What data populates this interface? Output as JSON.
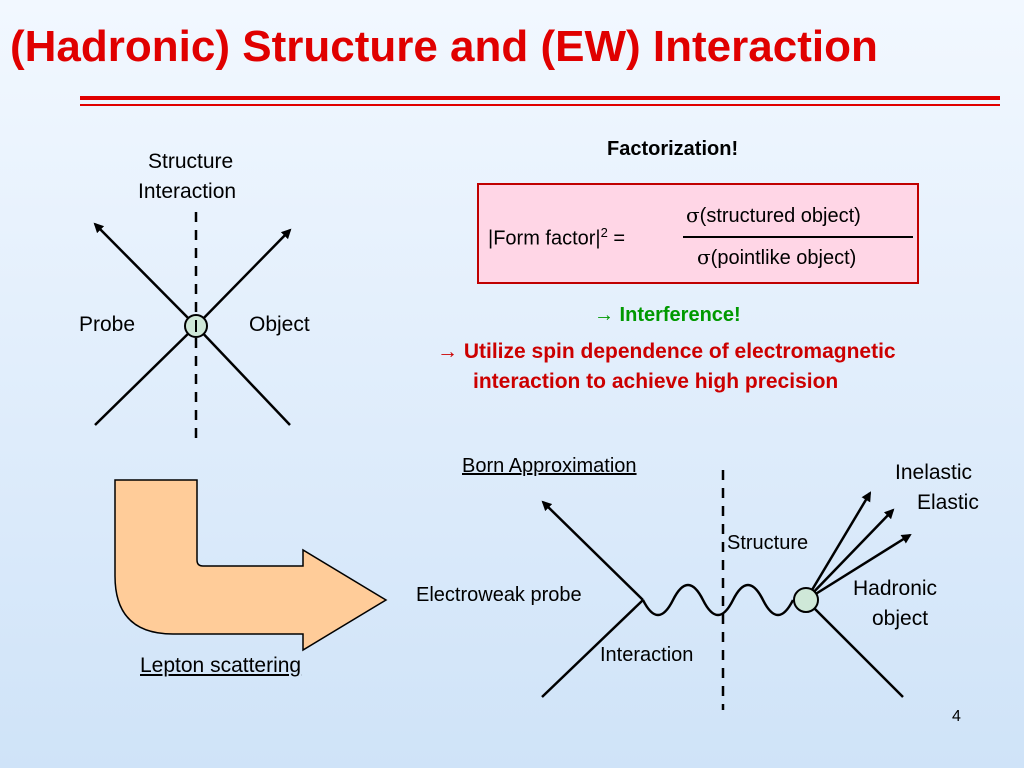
{
  "slide": {
    "title": "(Hadronic) Structure and (EW) Interaction",
    "page_number": "4"
  },
  "left_diagram": {
    "top_label_line1": "Structure",
    "top_label_line2": "Interaction",
    "probe_label": "Probe",
    "object_label": "Object"
  },
  "arrow_label": "Lepton scattering",
  "factorization": {
    "heading": "Factorization!",
    "lhs_text": "|Form factor|",
    "lhs_exponent": "2",
    "lhs_equals": " =",
    "sigma_symbol": "σ",
    "numerator_text": "(structured object)",
    "denominator_text": "(pointlike object)",
    "interference": "→ Interference!",
    "utilize_line1": "→ Utilize spin dependence of electromagnetic",
    "utilize_line2": "interaction to achieve high precision"
  },
  "born_diagram": {
    "title": "Born Approximation",
    "inelastic": "Inelastic",
    "elastic": "Elastic",
    "structure": "Structure",
    "electroweak_probe": "Electroweak probe",
    "hadronic_line1": "Hadronic",
    "hadronic_line2": "object",
    "interaction": "Interaction"
  },
  "colors": {
    "title_red": "#e00000",
    "formula_box_fill": "#ffd6e6",
    "arrow_fill": "#ffcc99",
    "vertex_fill": "#cfe8d8",
    "green_text": "#009900",
    "red_text": "#cc0000"
  }
}
